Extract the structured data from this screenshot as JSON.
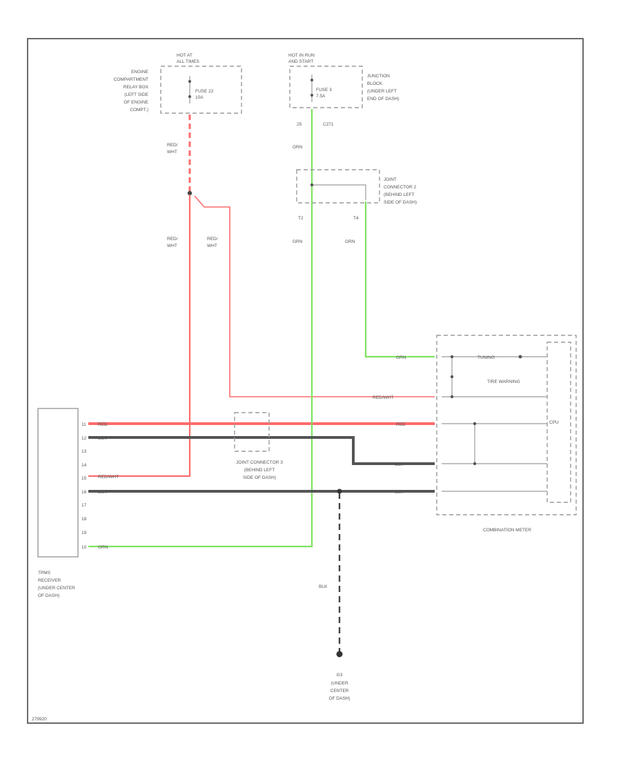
{
  "diagram_id": "279920",
  "power_sources": {
    "hot_at_all_times": {
      "title": "HOT AT\nALL TIMES",
      "fuse": "FUSE 22\n10A",
      "location": "ENGINE\nCOMPARTMENT\nRELAY BOX\n(LEFT SIDE\nOF ENGINE\nCOMPT.)"
    },
    "hot_in_run": {
      "title": "HOT IN RUN\nAND START",
      "fuse": "FUSE 3\n7.5A",
      "location": "JUNCTION\nBLOCK\n(UNDER LEFT\nEND OF DASH)"
    }
  },
  "wire_colors": {
    "red_wht": "RED/\nWHT",
    "red_wht_inline": "RED/WHT",
    "grn": "GRN",
    "red": "RED",
    "blk": "BLK"
  },
  "connectors": {
    "c271": "C271",
    "pin_25": "25",
    "joint2": {
      "label": "JOINT\nCONNECTOR 2\n(BEHIND LEFT\nSIDE OF DASH)",
      "pin_t2": "T2",
      "pin_t4": "T4"
    },
    "joint3": {
      "label": "JOINT CONNECTOR 3\n(BEHIND LEFT\nSIDE OF DASH)"
    }
  },
  "tpms_receiver": {
    "label": "TPMS\nRECEIVER\n(UNDER CENTER\nOF DASH)",
    "pins": [
      "11",
      "12",
      "13",
      "14",
      "15",
      "16",
      "17",
      "18",
      "19",
      "10"
    ]
  },
  "combination_meter": {
    "label": "COMBINATION METER",
    "tire_warning": "TIRE WARNING",
    "cpu": "CPU",
    "diode": "TUNING"
  },
  "ground": {
    "id": "G3",
    "label": "(UNDER\nCENTER\nOF DASH)"
  },
  "colors": {
    "red_wire": "#ff6b6b",
    "green_wire": "#7ee35f",
    "black_wire": "#555555",
    "frame": "#6a6a6a"
  }
}
